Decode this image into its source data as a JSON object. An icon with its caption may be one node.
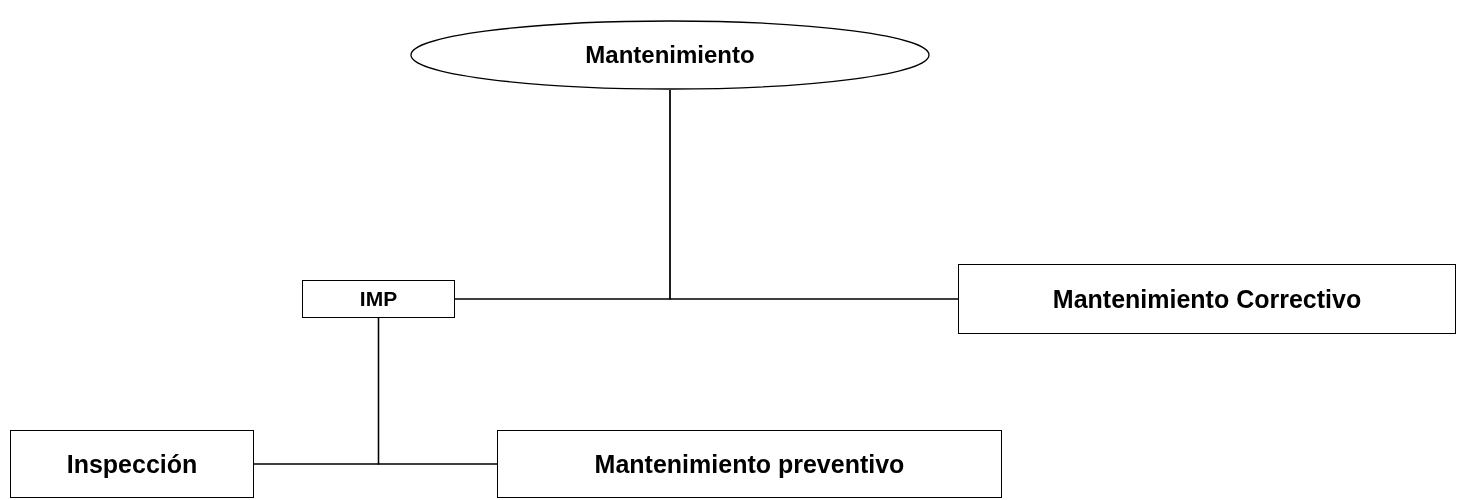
{
  "diagram": {
    "nodes": [
      {
        "text": [
          "Mantenimiento"
        ]
      },
      {
        "text": [
          "IMP"
        ]
      },
      {
        "text": [
          "Mantenimiento Correctivo"
        ]
      },
      {
        "text": [
          "Inspección"
        ]
      },
      {
        "text": [
          "Mantenimiento preventivo"
        ]
      }
    ],
    "edges": [
      {
        "from": 0,
        "to": 1,
        "arrow": "none"
      },
      {
        "from": 0,
        "to": 2,
        "arrow": "none"
      },
      {
        "from": 1,
        "to": 3,
        "arrow": "none"
      },
      {
        "from": 1,
        "to": 4,
        "arrow": "none"
      }
    ]
  }
}
